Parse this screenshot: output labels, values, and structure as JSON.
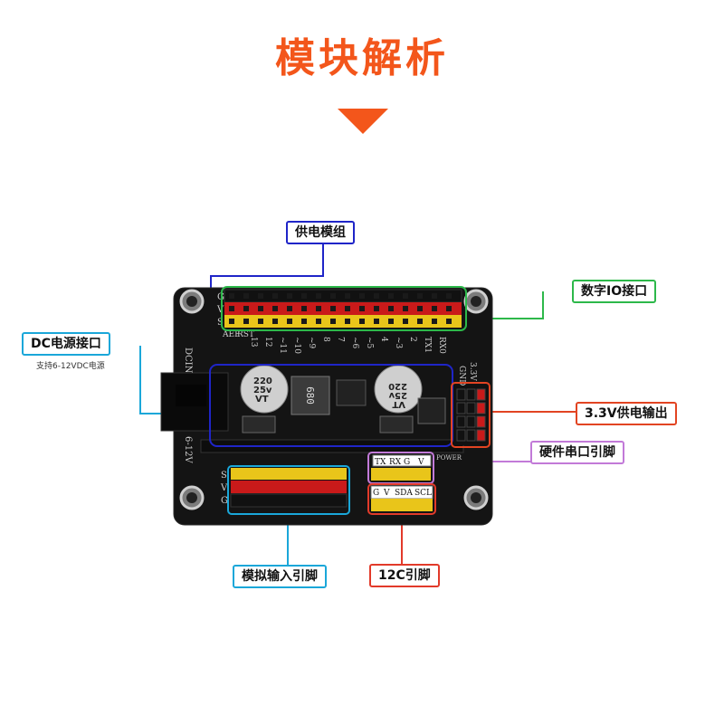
{
  "title": "模块解析",
  "labels": {
    "power_module": "供电模组",
    "digital_io": "数字IO接口",
    "dc_power": "DC电源接口",
    "dc_power_note": "支持6-12VDC电源",
    "v33_output": "3.3V供电输出",
    "hw_serial": "硬件串口引脚",
    "analog_input": "模拟输入引脚",
    "i2c": "12C引脚"
  },
  "board": {
    "row_labels": [
      "G",
      "V",
      "S"
    ],
    "dcin_text": "DCIN",
    "v612_text": "6-12V",
    "top_pins": [
      "AEF",
      "RST",
      "13",
      "12",
      "~11",
      "~10",
      "~9",
      "8",
      "7",
      "~6",
      "~5",
      "4",
      "~3",
      "2",
      "TX1",
      "RX0"
    ],
    "gnd_text": "GND",
    "v33_text": "3.3V",
    "serial_pins": [
      "TX",
      "RX",
      "G",
      "V"
    ],
    "power_text": "POWER",
    "i2c_pins": [
      "G",
      "V",
      "SDA",
      "SCL"
    ],
    "analog_rows": [
      "S",
      "V",
      "G"
    ],
    "cap_left": [
      "220",
      "25v",
      "VT"
    ],
    "cap_right": [
      "220",
      "25v",
      "VT"
    ],
    "inductor_text": "680"
  },
  "colors": {
    "accent": "#f3561b",
    "power_box": "#1f25c8",
    "digital_box": "#2db84a",
    "dc_box": "#1aa7d9",
    "v33_box": "#e24422",
    "serial_box": "#c27ad8",
    "analog_box": "#1aa7d9",
    "i2c_box": "#e23a2a"
  }
}
